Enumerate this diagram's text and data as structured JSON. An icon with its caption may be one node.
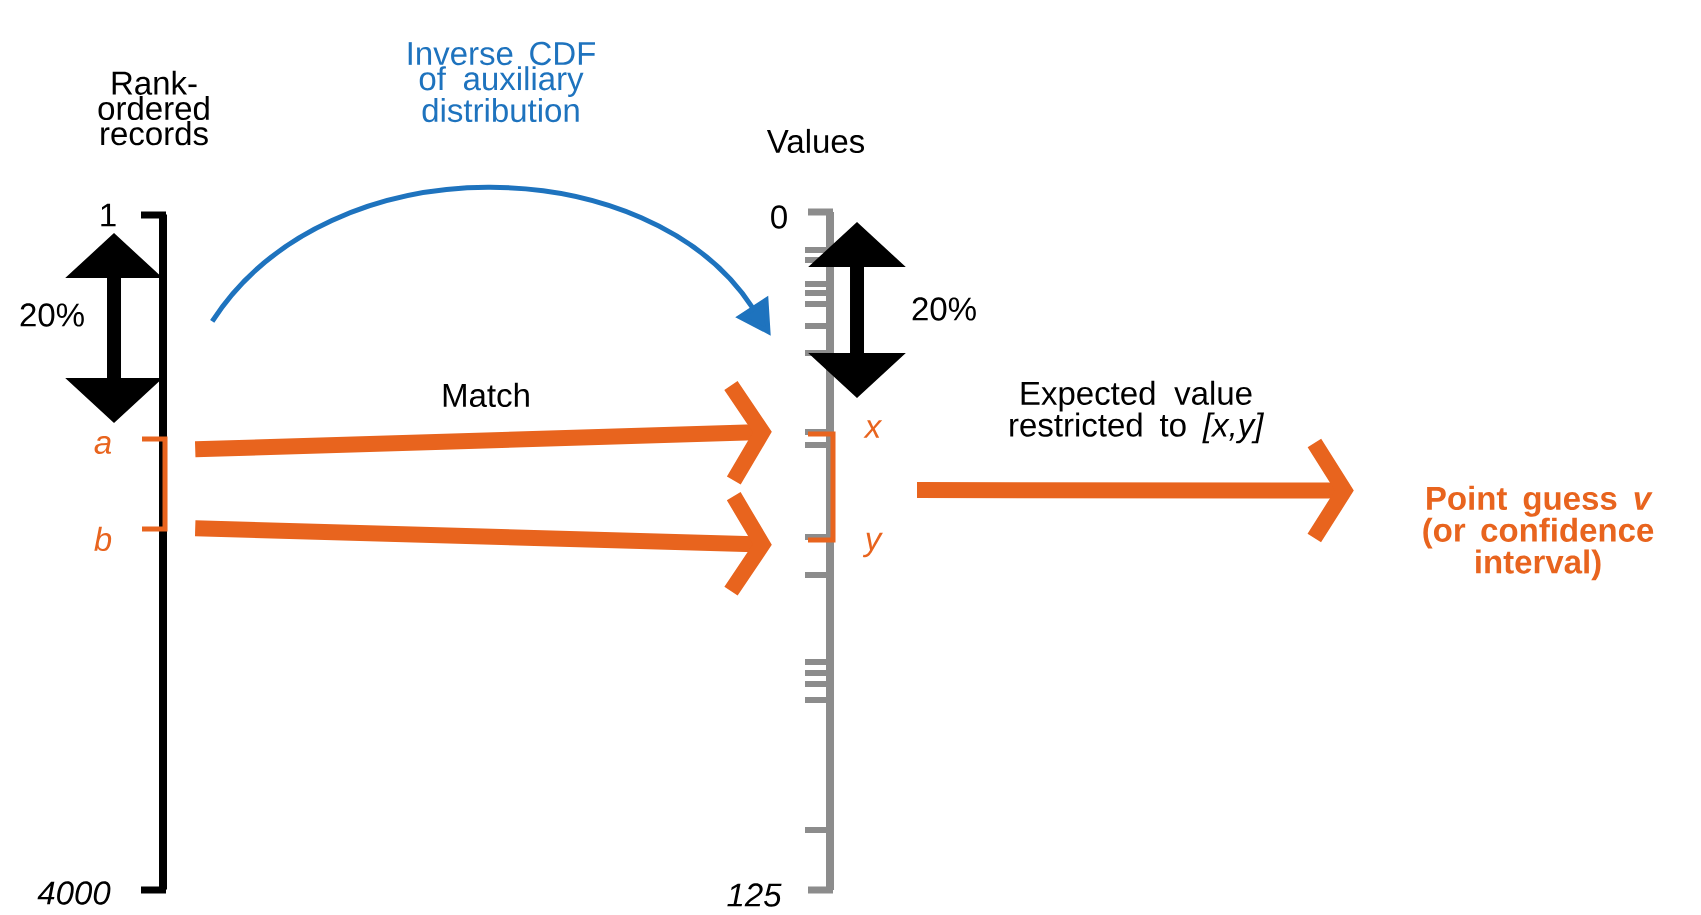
{
  "diagram": {
    "nodes": [
      {
        "text": [],
        "shape": "bar",
        "beside": [
          "Rank-ordered records",
          "1",
          "4000"
        ]
      },
      {
        "text": [],
        "shape": "bar",
        "beside": [
          "Values",
          "0",
          "125"
        ]
      },
      {
        "text": [
          "Point guess *v* (or confidence interval)"
        ]
      }
    ],
    "edges": [
      {
        "from": 0,
        "to": 1,
        "arrow": "to",
        "label": "Inverse CDF of auxiliary distribution",
        "color": "#1e73be"
      },
      {
        "from": 0,
        "to": 1,
        "arrow": "to",
        "label": "Match"
      },
      {
        "from": 0,
        "to": 1,
        "arrow": "to"
      },
      {
        "from": null,
        "to": 2,
        "arrow": "to",
        "label": "Expected value restricted to *[x,y]*"
      }
    ],
    "labels": [
      "20%",
      "a",
      "b",
      "20%",
      "x",
      "y"
    ]
  }
}
